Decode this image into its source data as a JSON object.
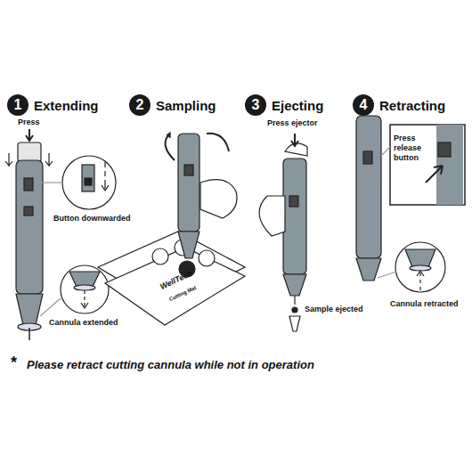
{
  "diagram": {
    "caption": "Please retract cutting cannula while not in operation",
    "nodes": [
      {
        "text": [
          "1",
          "Extending"
        ]
      },
      {
        "text": [
          "2",
          "Sampling"
        ]
      },
      {
        "text": [
          "3",
          "Ejecting"
        ]
      },
      {
        "text": [
          "4",
          "Retracting"
        ]
      }
    ],
    "labels": [
      "Press",
      "Button downwarded",
      "Cannula extended",
      "WellTech",
      "Cutting Mat",
      "Press ejector",
      "Sample ejected",
      "Press release button",
      "Cannula retracted",
      "*"
    ]
  }
}
